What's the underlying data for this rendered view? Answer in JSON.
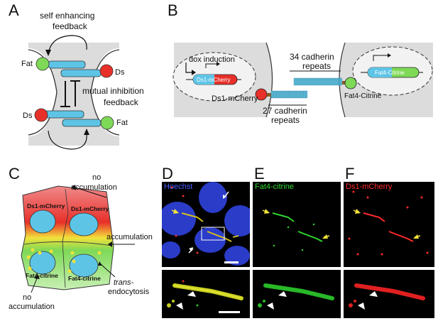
{
  "panels": {
    "A": {
      "label": "A",
      "top_text_1": "self enhancing",
      "top_text_2": "feedback",
      "right_text_1": "mutual inhibition",
      "right_text_2": "feedback",
      "fat_top": "Fat",
      "ds_top": "Ds",
      "ds_bottom": "Ds",
      "fat_bottom": "Fat"
    },
    "B": {
      "label": "B",
      "dox": "dox induction",
      "ds1_construct_a": "Ds1-",
      "ds1_construct_b": "mCherry",
      "ds1_label": "Ds1-mCherry",
      "repeats27_1": "27 cadherin",
      "repeats27_2": "repeats",
      "repeats34_1": "34 cadherin",
      "repeats34_2": "repeats",
      "fat4_construct_a": "Fat4-",
      "fat4_construct_b": "Citrine",
      "fat4_label": "Fat4-Citrine"
    },
    "C": {
      "label": "C",
      "no_acc_top_1": "no",
      "no_acc_top_2": "accumulation",
      "accumulation": "accumulation",
      "no_acc_bottom_1": "no",
      "no_acc_bottom_2": "accumulation",
      "trans_1": "trans-",
      "trans_2": "endocytosis",
      "cell_ds1_a": "Ds1-mCherry",
      "cell_ds1_b": "Ds1-mCherry",
      "cell_fat4_a": "Fat4-citrine",
      "cell_fat4_b": "Fat4-citrine"
    },
    "D": {
      "label": "D",
      "channel": "Hoechst"
    },
    "E": {
      "label": "E",
      "channel": "Fat4-citrine"
    },
    "F": {
      "label": "F",
      "channel": "Ds1-mCherry"
    }
  },
  "colors": {
    "fat_green": "#7ed957",
    "ds_red": "#e8302a",
    "cadherin_blue": "#5ec4e6",
    "nucleus_blue": "#2a3cc8",
    "hoechst_text": "#4a5cff",
    "fat4_text": "#2fd62f",
    "ds1_text": "#ff2a2a"
  }
}
